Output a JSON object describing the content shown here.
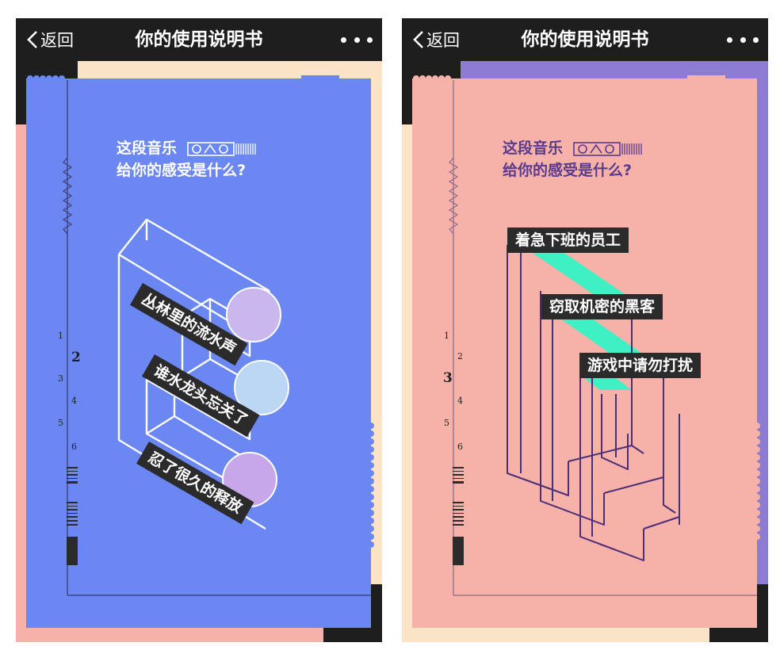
{
  "screens": [
    {
      "nav": {
        "back_label": "返回",
        "title": "你的使用说明书"
      },
      "question": {
        "line1": "这段音乐",
        "line2": "给你的感受是什么?"
      },
      "page_number": "2",
      "side_numbers": [
        "1",
        "3",
        "4",
        "5",
        "6"
      ],
      "options": [
        "丛林里的流水声",
        "谁水龙头忘关了",
        "忍了很久的释放"
      ],
      "colors": {
        "card": "#6b87f2",
        "back": "#f6b1a8",
        "edge": "#fbe3c8",
        "text": "#ffffff"
      }
    },
    {
      "nav": {
        "back_label": "返回",
        "title": "你的使用说明书"
      },
      "question": {
        "line1": "这段音乐",
        "line2": "给你的感受是什么?"
      },
      "page_number": "3",
      "side_numbers": [
        "1",
        "2",
        "4",
        "5",
        "6"
      ],
      "options": [
        "着急下班的员工",
        "窃取机密的黑客",
        "游戏中请勿打扰"
      ],
      "colors": {
        "card": "#f6b1a8",
        "back": "#8e7bd2",
        "edge": "#fbe3c8",
        "text": "#5b3b8c",
        "accent": "#3ef0c3"
      }
    }
  ],
  "icons": {
    "back": "chevron-left-icon",
    "more": "more-dots-icon"
  }
}
